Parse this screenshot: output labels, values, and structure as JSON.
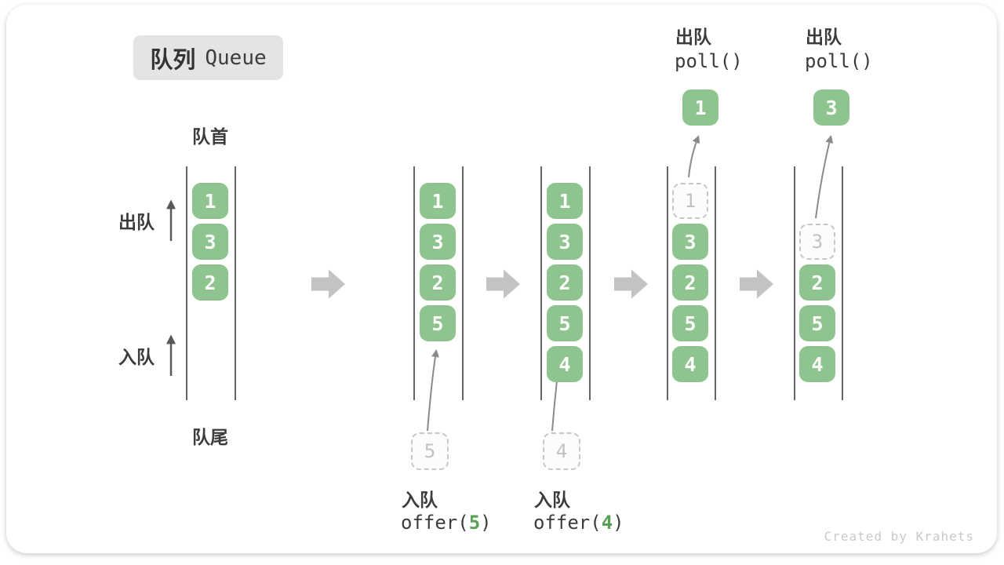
{
  "title": {
    "zh": "队列",
    "en": "Queue"
  },
  "labels": {
    "front": "队首",
    "rear": "队尾",
    "dequeue_side": "出队",
    "enqueue_side": "入队"
  },
  "colors": {
    "item_green": "#8ec58e",
    "code_green": "#56a156",
    "step_arrow_gray": "#c3c3c3",
    "text_dark": "#3c3c3c"
  },
  "states": [
    {
      "boxes": [
        "1",
        "3",
        "2"
      ]
    },
    {
      "boxes": [
        "1",
        "3",
        "2",
        "5"
      ],
      "incoming": "5",
      "op": {
        "label": "入队",
        "fn": "offer(",
        "arg": "5",
        "close": ")"
      }
    },
    {
      "boxes": [
        "1",
        "3",
        "2",
        "5",
        "4"
      ],
      "incoming": "4",
      "op": {
        "label": "入队",
        "fn": "offer(",
        "arg": "4",
        "close": ")"
      }
    },
    {
      "ghost": "1",
      "boxes": [
        "3",
        "2",
        "5",
        "4"
      ],
      "popped": "1",
      "op": {
        "label": "出队",
        "fn": "poll()"
      }
    },
    {
      "ghost": "3",
      "boxes": [
        "2",
        "5",
        "4"
      ],
      "popped": "3",
      "op": {
        "label": "出队",
        "fn": "poll()"
      }
    }
  ],
  "credit": "Created by Krahets"
}
